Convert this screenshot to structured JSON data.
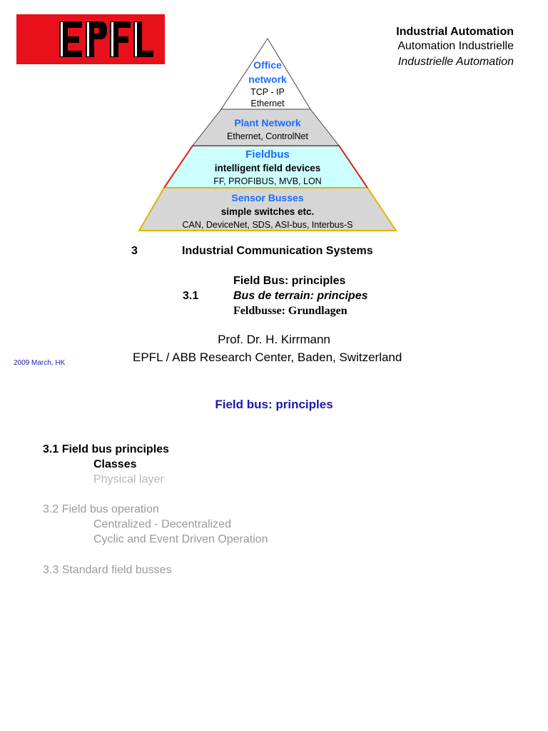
{
  "logo": {
    "text": "EPFL",
    "bg_color": "#e8101a"
  },
  "header": {
    "line1": "Industrial Automation",
    "line2": "Automation Industrielle",
    "line3": "Industrielle Automation"
  },
  "pyramid": {
    "levels": [
      {
        "title": "Office network",
        "title_lines": [
          "Office",
          "network"
        ],
        "lines": [
          "TCP - IP",
          "Ethernet"
        ],
        "fill": "#ffffff"
      },
      {
        "title": "Plant Network",
        "lines": [
          "Ethernet, ControlNet"
        ],
        "fill": "#d6d6d6"
      },
      {
        "title": "Fieldbus",
        "subtitle": "intelligent field devices",
        "lines": [
          "FF, PROFIBUS, MVB, LON"
        ],
        "fill": "#ccffff"
      },
      {
        "title": "Sensor Busses",
        "subtitle": "simple switches etc.",
        "lines": [
          "CAN,  DeviceNet, SDS, ASI-bus, Interbus-S"
        ],
        "fill": "#d6d6d6"
      }
    ],
    "title_color": "#1a6cff"
  },
  "chapter": {
    "number": "3",
    "title": "Industrial Communication Systems"
  },
  "section": {
    "number": "3.1",
    "title_en": "Field Bus: principles",
    "title_fr": "Bus de terrain: principes",
    "title_de": "Feldbusse: Grundlagen"
  },
  "author": {
    "name": "Prof. Dr. H. Kirrmann",
    "affiliation": "EPFL / ABB Research Center, Baden, Switzerland"
  },
  "date": "2009 March, HK",
  "slide2": {
    "title": "Field bus: principles",
    "toc": [
      {
        "label": "3.1 Field bus principles",
        "state": "active"
      },
      {
        "label": "Classes",
        "state": "active-sub"
      },
      {
        "label": "Physical layer",
        "state": "dim-sub"
      },
      {
        "label": "3.2 Field bus operation",
        "state": "dim"
      },
      {
        "label": "Centralized - Decentralized",
        "state": "dim-sub"
      },
      {
        "label": "Cyclic and Event Driven Operation",
        "state": "dim-sub"
      },
      {
        "label": "3.3 Standard field busses",
        "state": "dim"
      }
    ]
  }
}
